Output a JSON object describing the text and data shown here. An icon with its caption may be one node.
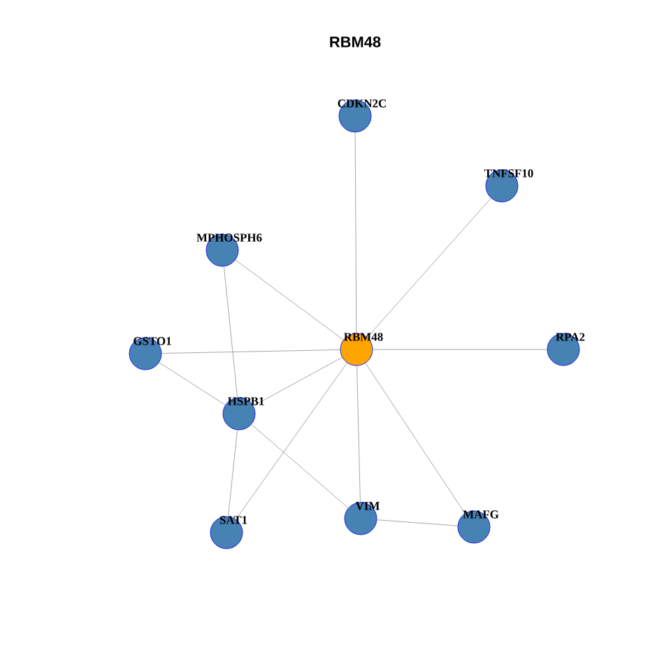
{
  "diagram": {
    "title": "RBM48",
    "nodes": [
      {
        "text": [
          "RBM48"
        ]
      },
      {
        "text": [
          "CDKN2C"
        ]
      },
      {
        "text": [
          "TNFSF10"
        ]
      },
      {
        "text": [
          "MPHOSPH6"
        ]
      },
      {
        "text": [
          "GSTO1"
        ]
      },
      {
        "text": [
          "RPA2"
        ]
      },
      {
        "text": [
          "HSPB1"
        ]
      },
      {
        "text": [
          "SAT1"
        ]
      },
      {
        "text": [
          "VIM"
        ]
      },
      {
        "text": [
          "MAFG"
        ]
      }
    ],
    "edges": [
      {
        "from": 0,
        "to": 1,
        "arrow": "none"
      },
      {
        "from": 0,
        "to": 2,
        "arrow": "none"
      },
      {
        "from": 0,
        "to": 3,
        "arrow": "none"
      },
      {
        "from": 0,
        "to": 4,
        "arrow": "none"
      },
      {
        "from": 0,
        "to": 5,
        "arrow": "none"
      },
      {
        "from": 0,
        "to": 6,
        "arrow": "none"
      },
      {
        "from": 0,
        "to": 7,
        "arrow": "none"
      },
      {
        "from": 0,
        "to": 8,
        "arrow": "none"
      },
      {
        "from": 0,
        "to": 9,
        "arrow": "none"
      },
      {
        "from": 3,
        "to": 6,
        "arrow": "none"
      },
      {
        "from": 4,
        "to": 6,
        "arrow": "none"
      },
      {
        "from": 6,
        "to": 7,
        "arrow": "none"
      },
      {
        "from": 6,
        "to": 8,
        "arrow": "none"
      },
      {
        "from": 8,
        "to": 9,
        "arrow": "none"
      }
    ]
  }
}
